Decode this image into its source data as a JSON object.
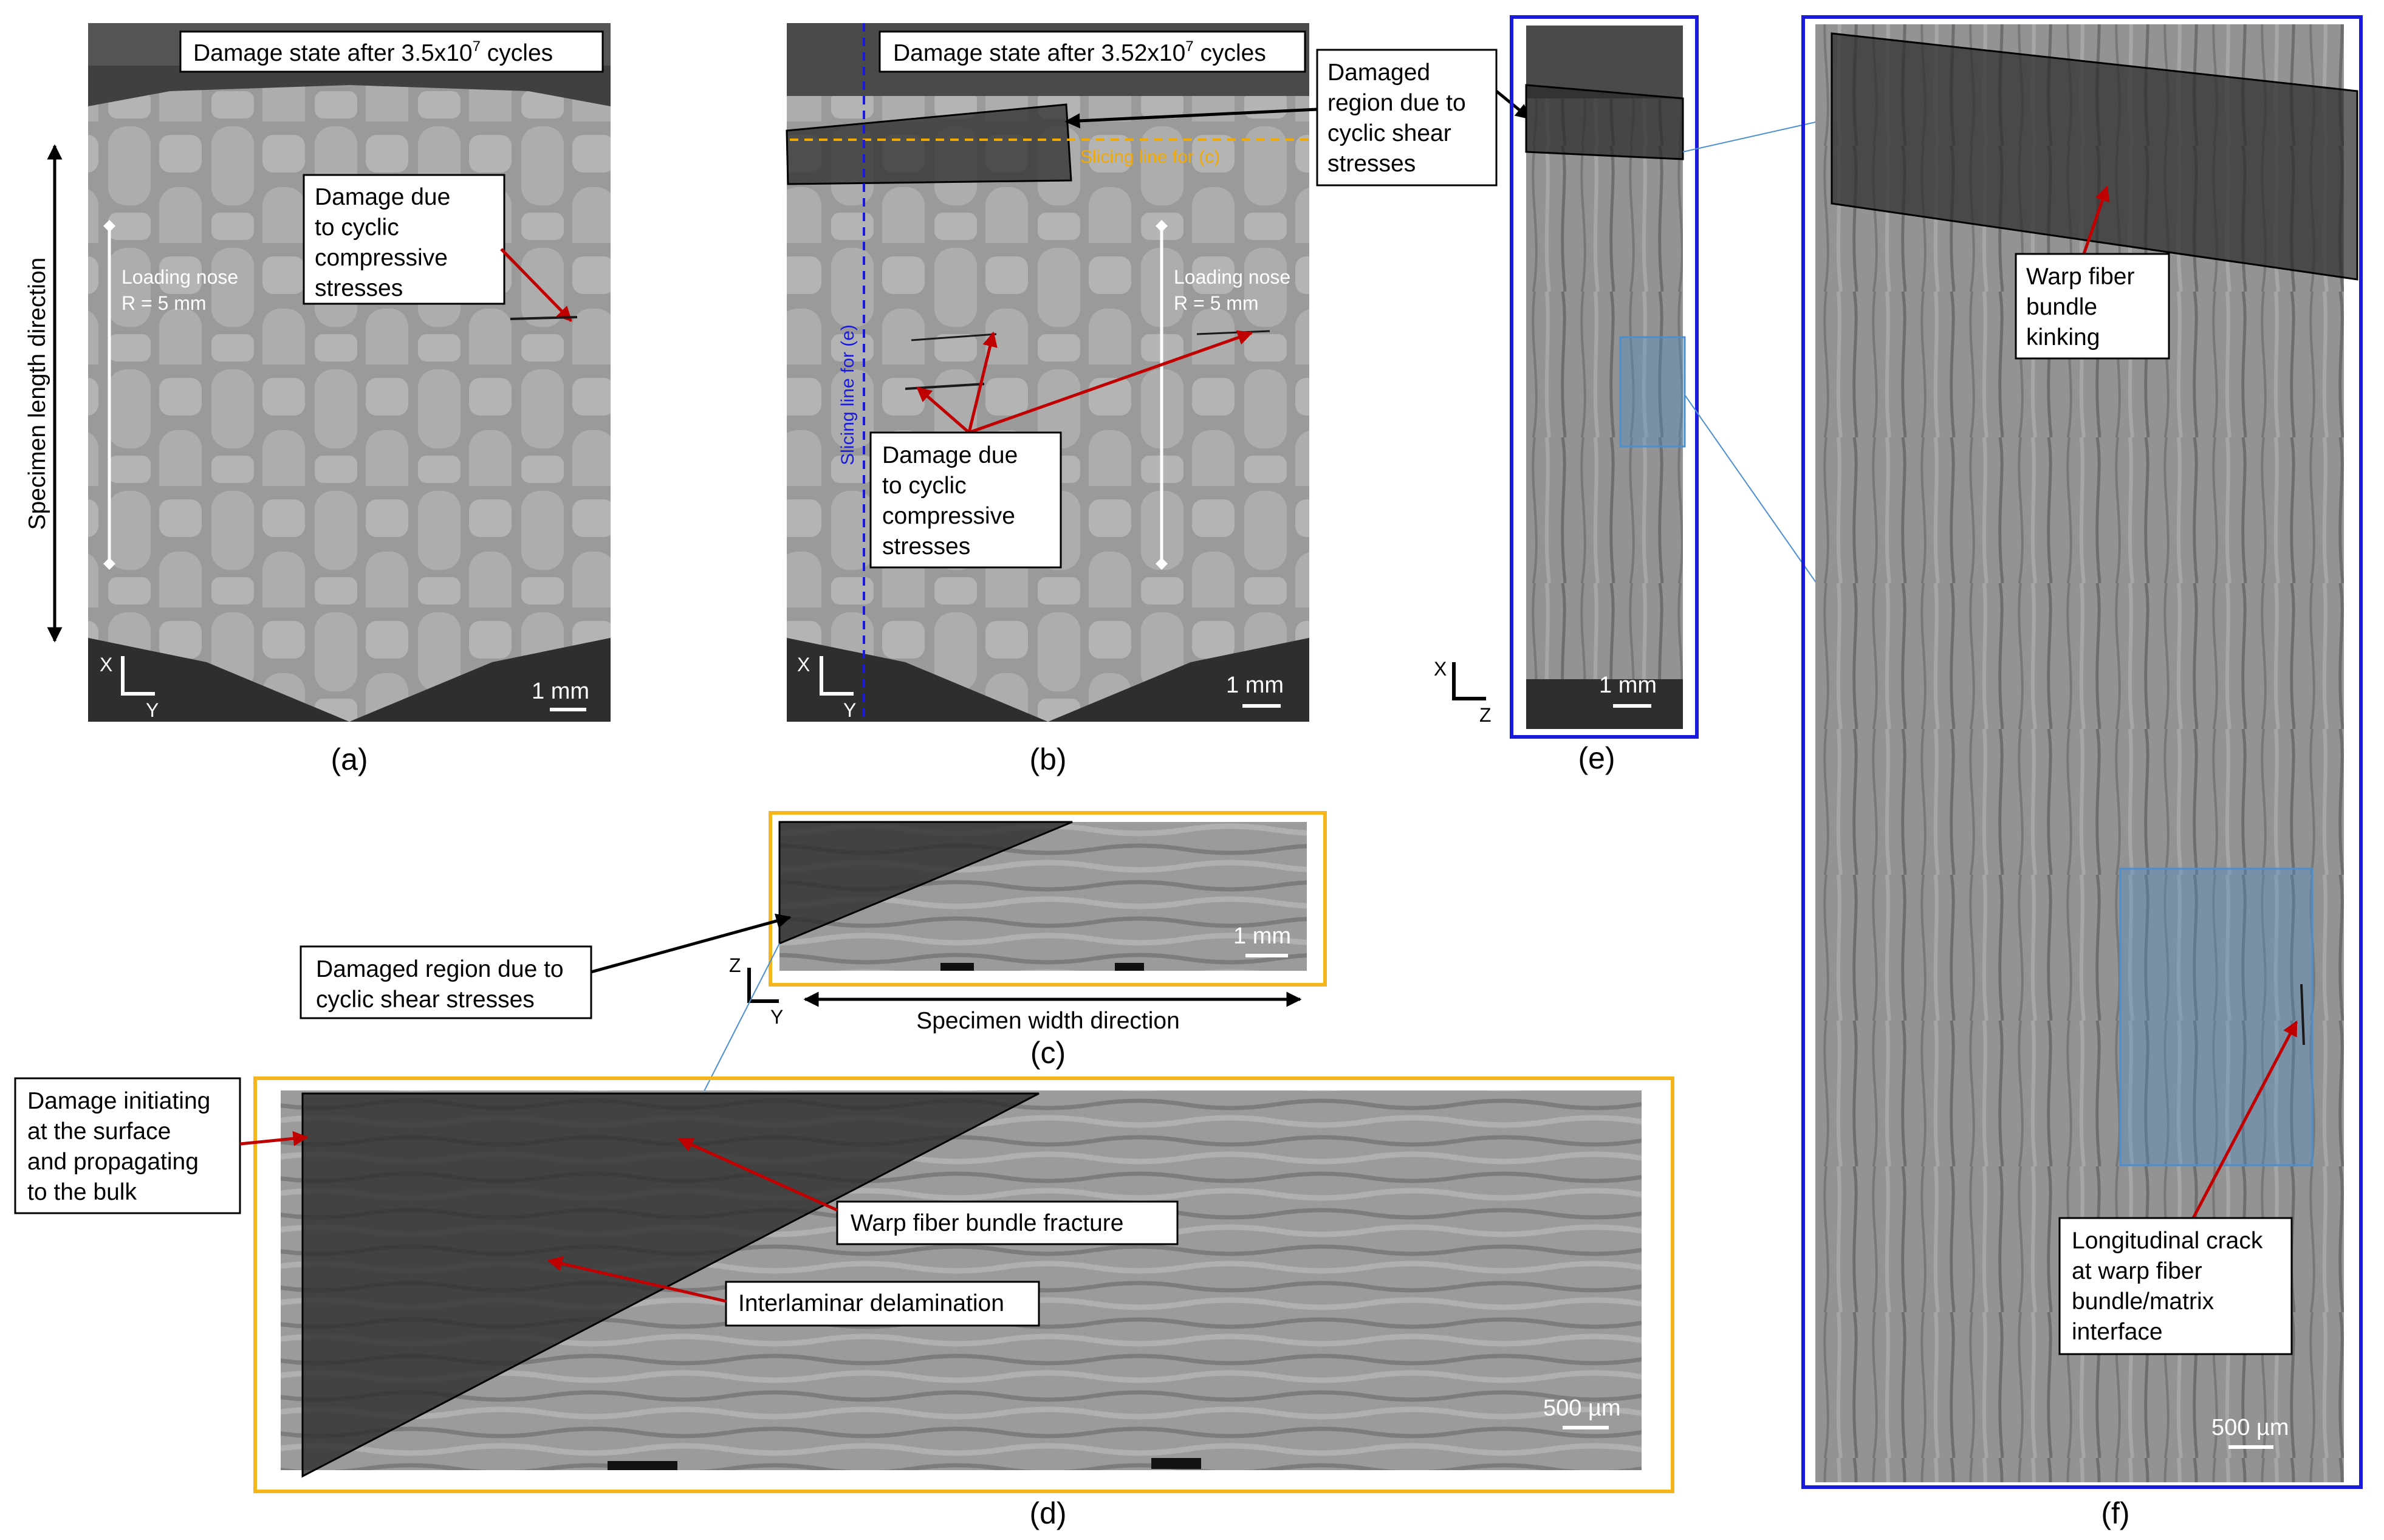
{
  "panels": {
    "a": {
      "label": "(a)",
      "title": "Damage state after 3.5x10",
      "title_exp": "7",
      "title_tail": " cycles",
      "note_lines": [
        "Damage due",
        "to cyclic",
        "compressive",
        "stresses"
      ],
      "nose_lines": [
        "Loading nose",
        "R = 5 mm"
      ],
      "axis_x": "X",
      "axis_y": "Y",
      "scalebar": "1 mm"
    },
    "b": {
      "label": "(b)",
      "title": "Damage state after 3.52x10",
      "title_exp": "7",
      "title_tail": " cycles",
      "note_lines": [
        "Damage due",
        "to cyclic",
        "compressive",
        "stresses"
      ],
      "nose_lines": [
        "Loading nose",
        "R = 5 mm"
      ],
      "slice_c": "Slicing line for (c)",
      "slice_e": "Slicing line for (e)",
      "shear_lines": [
        "Damaged",
        "region due to",
        "cyclic shear",
        "stresses"
      ],
      "axis_x": "X",
      "axis_y": "Y",
      "scalebar": "1 mm"
    },
    "c": {
      "label": "(c)",
      "shear_lines": [
        "Damaged region due to",
        "cyclic shear stresses"
      ],
      "width_dir": "Specimen width direction",
      "axis_z": "Z",
      "axis_y": "Y",
      "scalebar": "1 mm"
    },
    "d": {
      "label": "(d)",
      "surface_lines": [
        "Damage initiating",
        "at the surface",
        "and propagating",
        "to the bulk"
      ],
      "fracture": "Warp fiber bundle fracture",
      "delam": "Interlaminar delamination",
      "scalebar": "500 µm"
    },
    "e": {
      "label": "(e)",
      "axis_x": "X",
      "axis_z": "Z",
      "scalebar": "1 mm"
    },
    "f": {
      "label": "(f)",
      "kink_lines": [
        "Warp fiber",
        "bundle",
        "kinking"
      ],
      "crack_lines": [
        "Longitudinal crack",
        "at warp fiber",
        "bundle/matrix",
        "interface"
      ],
      "scalebar": "500 µm"
    }
  },
  "length_dir": "Specimen length direction",
  "colors": {
    "gray_bg": "#8e8e8e",
    "dark_edge": "#3a3a3a",
    "overlay": "#2c2c2c",
    "arrow_red": "#c00000",
    "slice_orange": "#f2a900",
    "slice_blue": "#1a1adc",
    "frame_orange": "#f6b51c",
    "frame_blue": "#1a1adc",
    "zoom_blue": "#4b8fcf"
  }
}
